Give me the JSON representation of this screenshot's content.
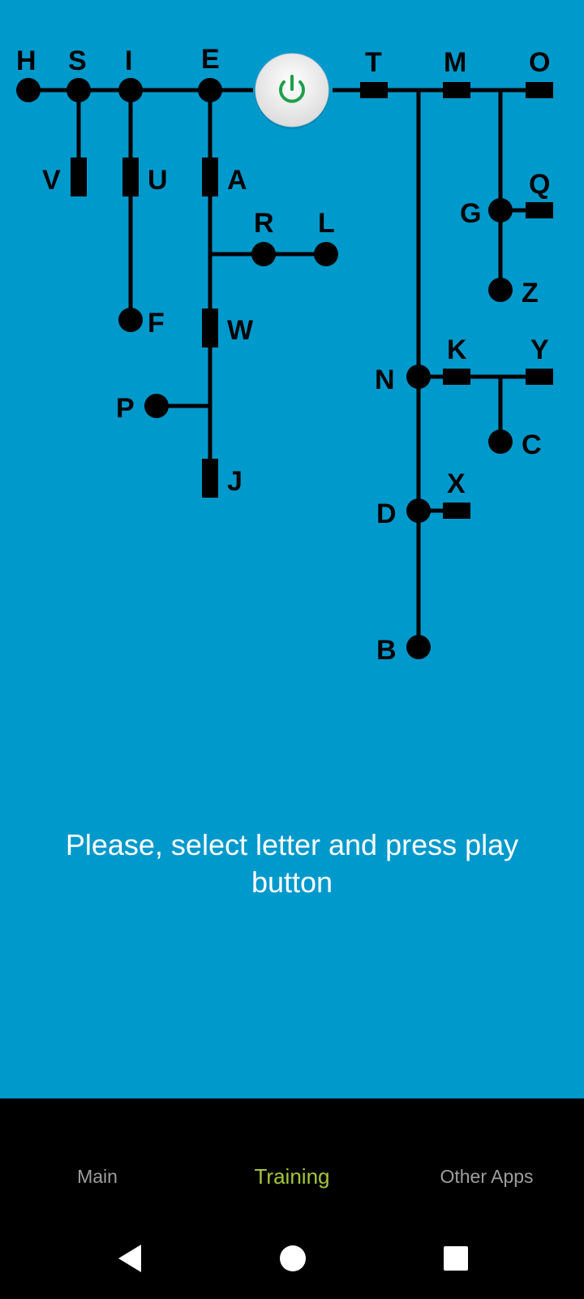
{
  "message": "Please, select letter and press play button",
  "tabs": {
    "main": "Main",
    "training": "Training",
    "other_apps": "Other Apps"
  },
  "colors": {
    "background": "#0099cc",
    "active_tab": "#a4c639",
    "inactive_tab": "#9e9e9e",
    "play_icon": "#1f9f4a"
  },
  "icons": {
    "play": "power-icon",
    "back": "back-triangle-icon",
    "home": "home-circle-icon",
    "recents": "recents-square-icon"
  },
  "letters": {
    "H": "H",
    "S": "S",
    "I": "I",
    "E": "E",
    "T": "T",
    "M": "M",
    "O": "O",
    "V": "V",
    "U": "U",
    "A": "A",
    "R": "R",
    "L": "L",
    "F": "F",
    "W": "W",
    "P": "P",
    "J": "J",
    "Q": "Q",
    "G": "G",
    "Z": "Z",
    "K": "K",
    "Y": "Y",
    "N": "N",
    "C": "C",
    "X": "X",
    "D": "D",
    "B": "B"
  }
}
